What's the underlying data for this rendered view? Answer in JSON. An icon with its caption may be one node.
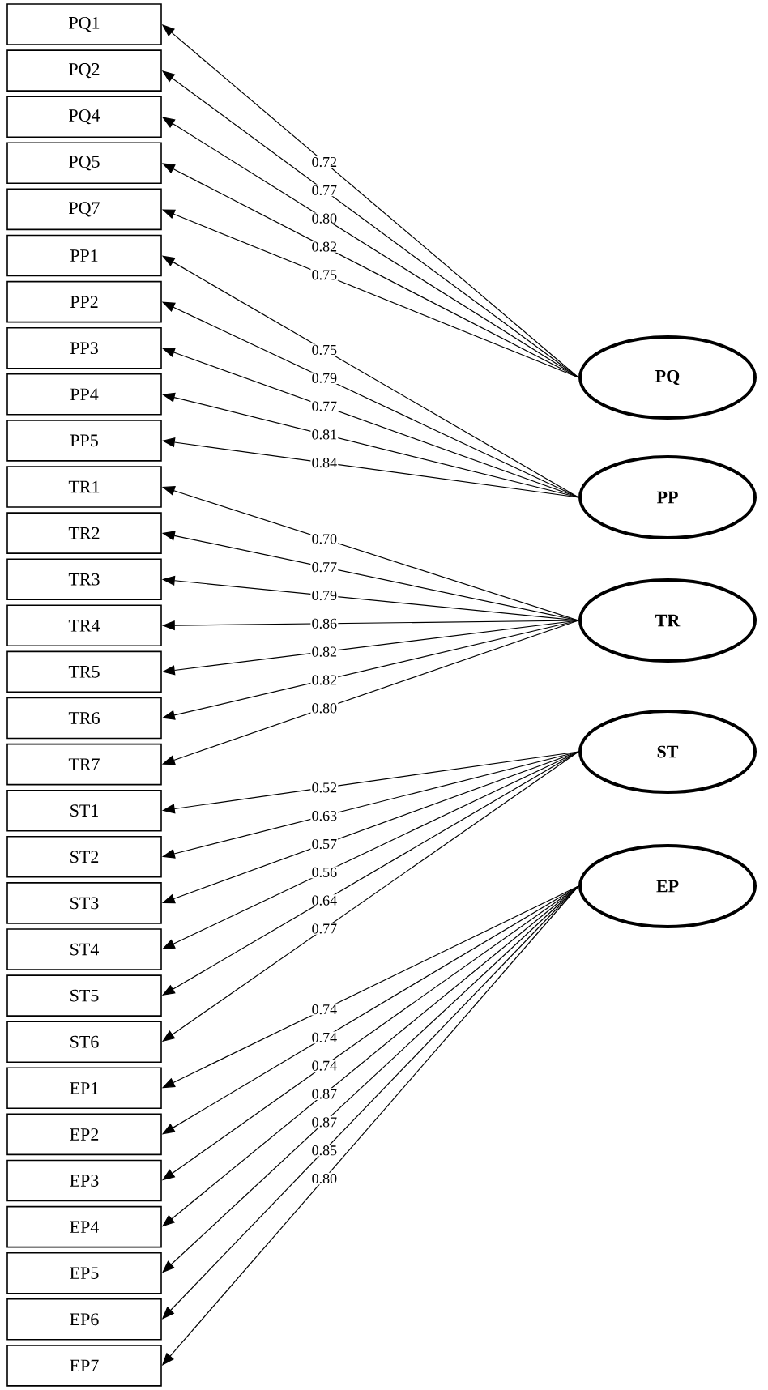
{
  "diagram": {
    "nodes": [
      {
        "text": [
          "PQ1"
        ]
      },
      {
        "text": [
          "PQ2"
        ]
      },
      {
        "text": [
          "PQ4"
        ]
      },
      {
        "text": [
          "PQ5"
        ]
      },
      {
        "text": [
          "PQ7"
        ]
      },
      {
        "text": [
          "PP1"
        ]
      },
      {
        "text": [
          "PP2"
        ]
      },
      {
        "text": [
          "PP3"
        ]
      },
      {
        "text": [
          "PP4"
        ]
      },
      {
        "text": [
          "PP5"
        ]
      },
      {
        "text": [
          "TR1"
        ]
      },
      {
        "text": [
          "TR2"
        ]
      },
      {
        "text": [
          "TR3"
        ]
      },
      {
        "text": [
          "TR4"
        ]
      },
      {
        "text": [
          "TR5"
        ]
      },
      {
        "text": [
          "TR6"
        ]
      },
      {
        "text": [
          "TR7"
        ]
      },
      {
        "text": [
          "ST1"
        ]
      },
      {
        "text": [
          "ST2"
        ]
      },
      {
        "text": [
          "ST3"
        ]
      },
      {
        "text": [
          "ST4"
        ]
      },
      {
        "text": [
          "ST5"
        ]
      },
      {
        "text": [
          "ST6"
        ]
      },
      {
        "text": [
          "EP1"
        ]
      },
      {
        "text": [
          "EP2"
        ]
      },
      {
        "text": [
          "EP3"
        ]
      },
      {
        "text": [
          "EP4"
        ]
      },
      {
        "text": [
          "EP5"
        ]
      },
      {
        "text": [
          "EP6"
        ]
      },
      {
        "text": [
          "EP7"
        ]
      },
      {
        "text": [
          "PQ"
        ]
      },
      {
        "text": [
          "PP"
        ]
      },
      {
        "text": [
          "TR"
        ]
      },
      {
        "text": [
          "ST"
        ]
      },
      {
        "text": [
          "EP"
        ]
      }
    ],
    "edges": [
      {
        "from": 30,
        "to": 0,
        "arrow": "to",
        "label": "0.72"
      },
      {
        "from": 30,
        "to": 1,
        "arrow": "to",
        "label": "0.77"
      },
      {
        "from": 30,
        "to": 2,
        "arrow": "to",
        "label": "0.80"
      },
      {
        "from": 30,
        "to": 3,
        "arrow": "to",
        "label": "0.82"
      },
      {
        "from": 30,
        "to": 4,
        "arrow": "to",
        "label": "0.75"
      },
      {
        "from": 31,
        "to": 5,
        "arrow": "to",
        "label": "0.75"
      },
      {
        "from": 31,
        "to": 6,
        "arrow": "to",
        "label": "0.79"
      },
      {
        "from": 31,
        "to": 7,
        "arrow": "to",
        "label": "0.77"
      },
      {
        "from": 31,
        "to": 8,
        "arrow": "to",
        "label": "0.81"
      },
      {
        "from": 31,
        "to": 9,
        "arrow": "to",
        "label": "0.84"
      },
      {
        "from": 32,
        "to": 10,
        "arrow": "to",
        "label": "0.70"
      },
      {
        "from": 32,
        "to": 11,
        "arrow": "to",
        "label": "0.77"
      },
      {
        "from": 32,
        "to": 12,
        "arrow": "to",
        "label": "0.79"
      },
      {
        "from": 32,
        "to": 13,
        "arrow": "to",
        "label": "0.86"
      },
      {
        "from": 32,
        "to": 14,
        "arrow": "to",
        "label": "0.82"
      },
      {
        "from": 32,
        "to": 15,
        "arrow": "to",
        "label": "0.82"
      },
      {
        "from": 32,
        "to": 16,
        "arrow": "to",
        "label": "0.80"
      },
      {
        "from": 33,
        "to": 17,
        "arrow": "to",
        "label": "0.52"
      },
      {
        "from": 33,
        "to": 18,
        "arrow": "to",
        "label": "0.63"
      },
      {
        "from": 33,
        "to": 19,
        "arrow": "to",
        "label": "0.57"
      },
      {
        "from": 33,
        "to": 20,
        "arrow": "to",
        "label": "0.56"
      },
      {
        "from": 33,
        "to": 21,
        "arrow": "to",
        "label": "0.64"
      },
      {
        "from": 33,
        "to": 22,
        "arrow": "to",
        "label": "0.77"
      },
      {
        "from": 34,
        "to": 23,
        "arrow": "to",
        "label": "0.74"
      },
      {
        "from": 34,
        "to": 24,
        "arrow": "to",
        "label": "0.74"
      },
      {
        "from": 34,
        "to": 25,
        "arrow": "to",
        "label": "0.74"
      },
      {
        "from": 34,
        "to": 26,
        "arrow": "to",
        "label": "0.87"
      },
      {
        "from": 34,
        "to": 27,
        "arrow": "to",
        "label": "0.87"
      },
      {
        "from": 34,
        "to": 28,
        "arrow": "to",
        "label": "0.85"
      },
      {
        "from": 34,
        "to": 29,
        "arrow": "to",
        "label": "0.80"
      }
    ]
  }
}
